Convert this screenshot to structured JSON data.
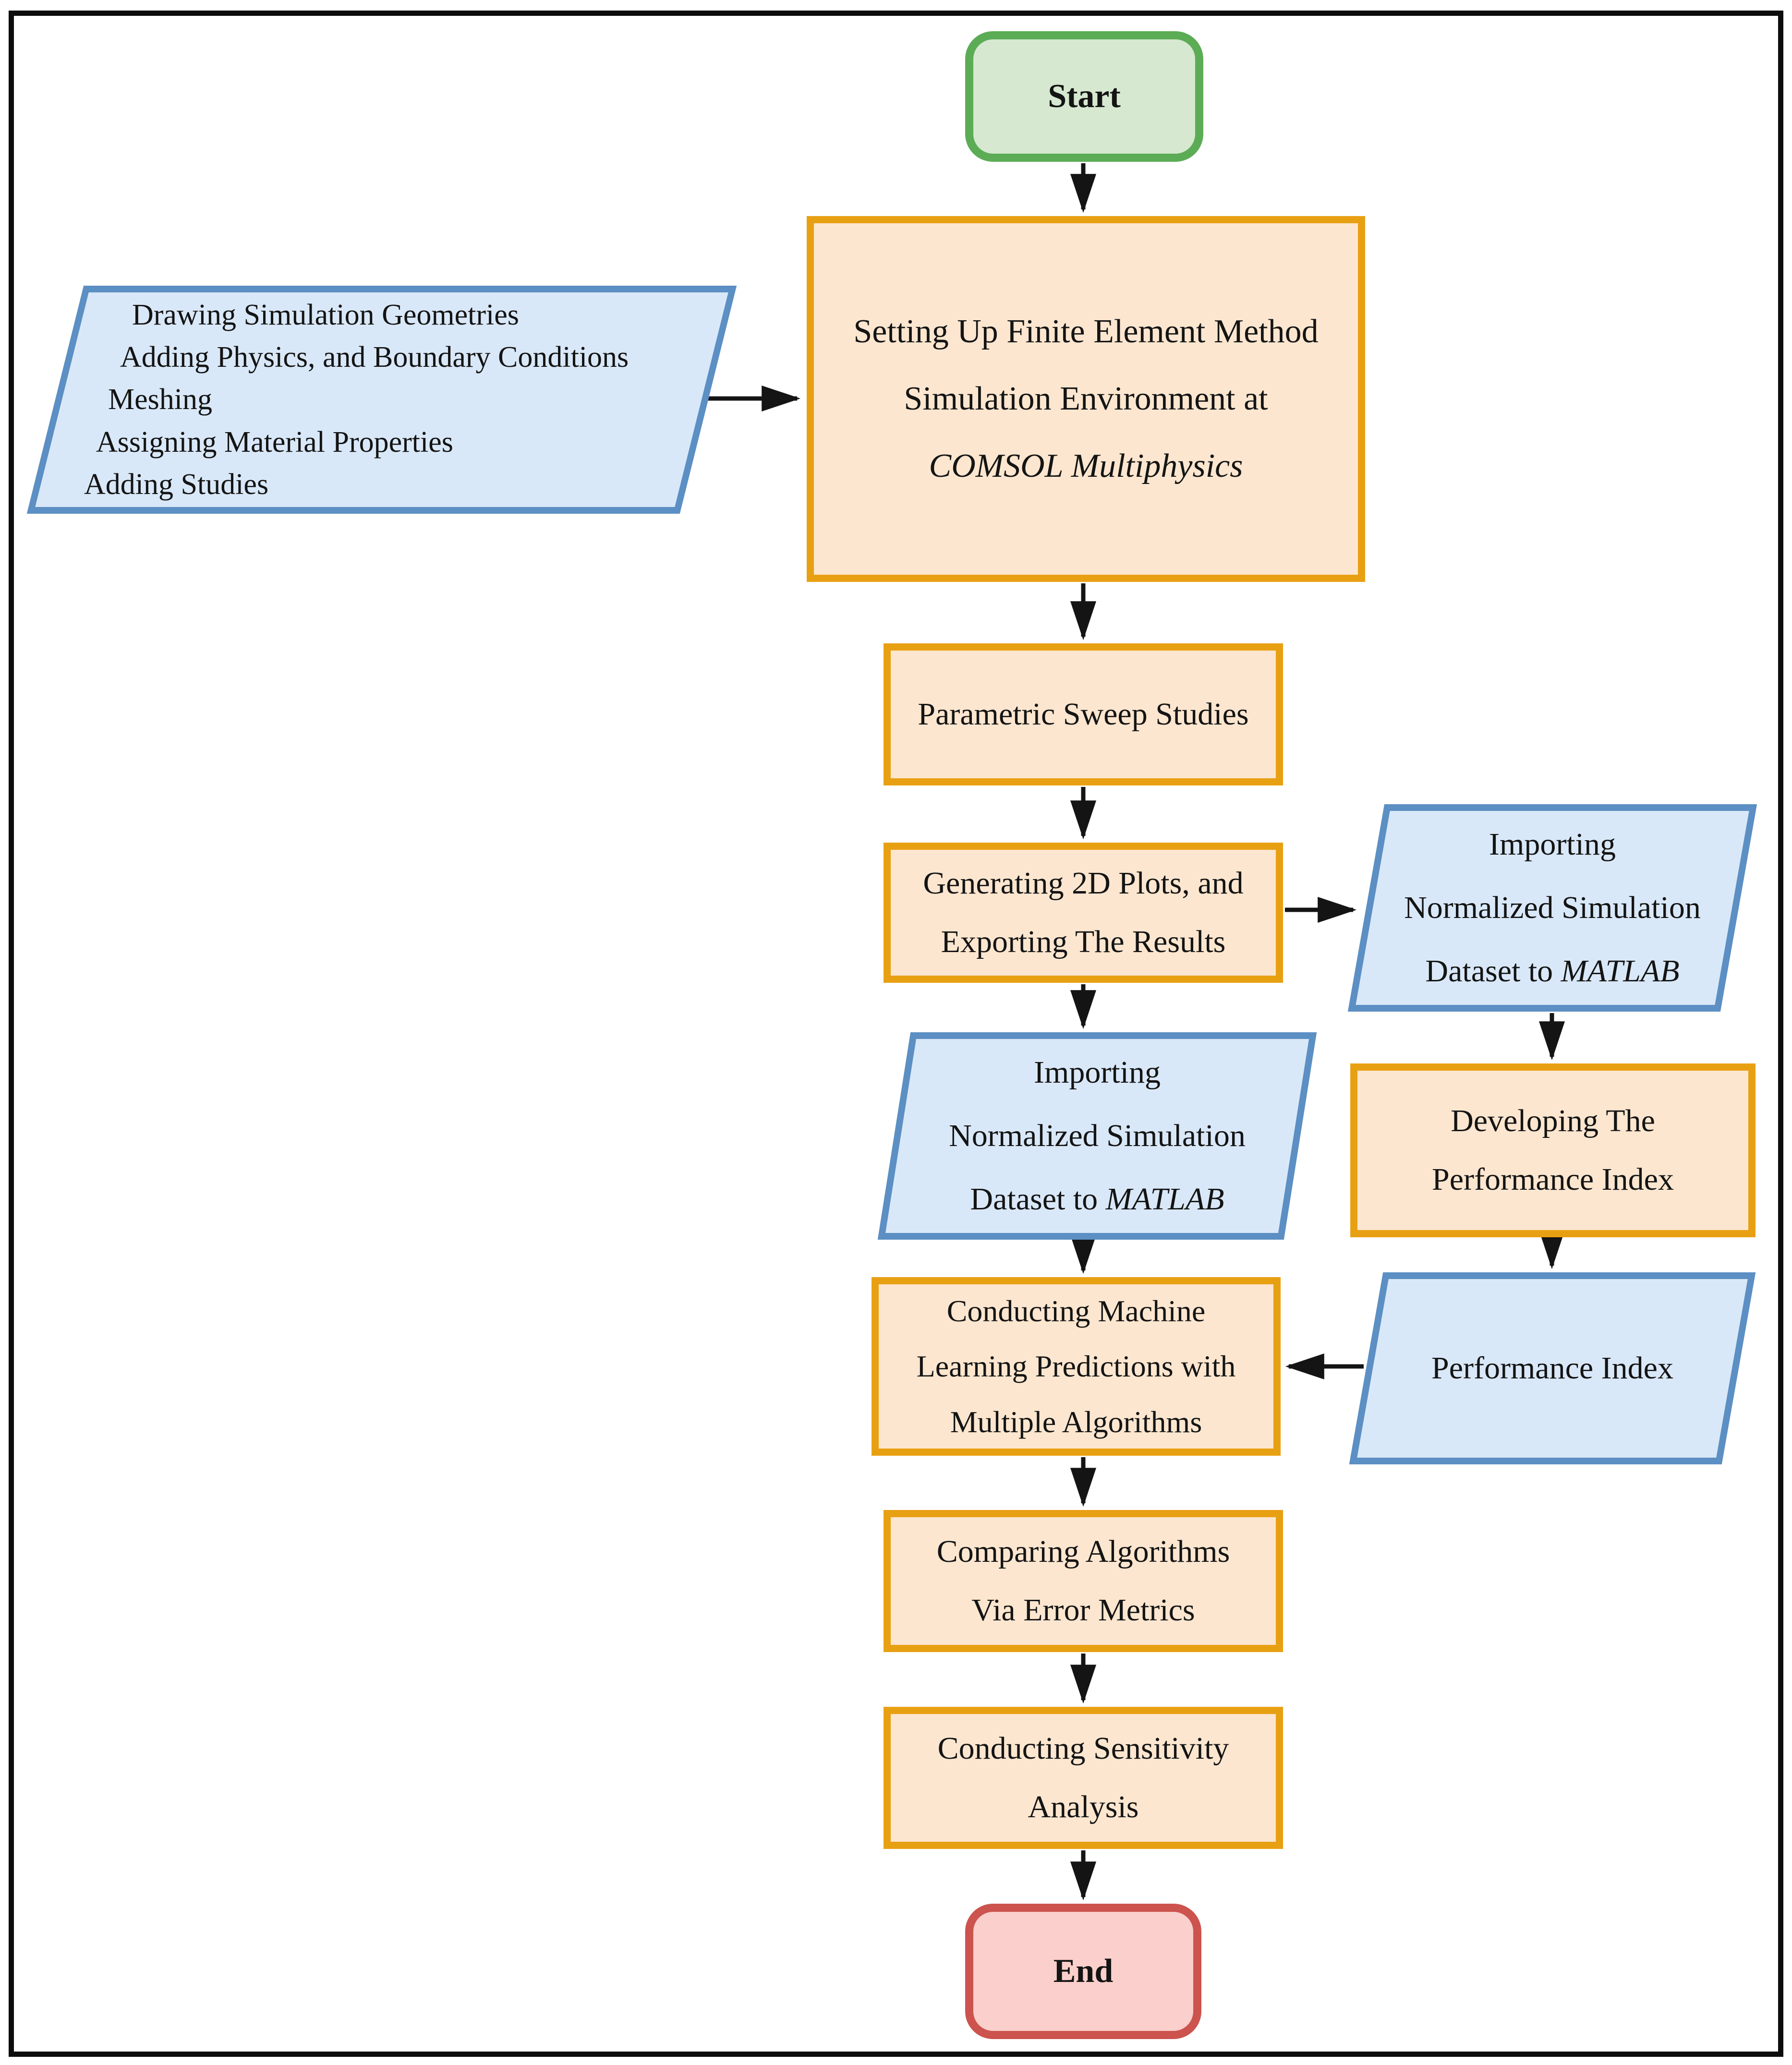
{
  "diagram_type": "flowchart",
  "colors": {
    "terminal_start_fill": "#D6E8D0",
    "terminal_start_border": "#5CAC55",
    "process_fill": "#FCE6CF",
    "process_border": "#E8A013",
    "data_fill": "#D9E8F8",
    "data_border": "#5C8FC3",
    "terminal_end_fill": "#FBCFCB",
    "terminal_end_border": "#CC534E",
    "arrow": "#141414",
    "frame": "#0D0D0D"
  },
  "nodes": {
    "start": {
      "shape": "rounded-rectangle",
      "label": "Start"
    },
    "comsol_inputs": {
      "shape": "parallelogram",
      "lines": [
        "Drawing Simulation Geometries",
        "Adding Physics, and Boundary Conditions",
        "Meshing",
        "Assigning Material Properties",
        "Adding Studies"
      ]
    },
    "fem_setup": {
      "shape": "rectangle",
      "line1": "Setting Up Finite Element Method",
      "line2": "Simulation Environment at",
      "line3": "COMSOL Multiphysics"
    },
    "parametric_sweep": {
      "shape": "rectangle",
      "label": "Parametric Sweep Studies"
    },
    "generate_plots": {
      "shape": "rectangle",
      "line1": "Generating 2D Plots, and",
      "line2": "Exporting The Results"
    },
    "import_dataset_right": {
      "shape": "parallelogram",
      "line1": "Importing",
      "line2": "Normalized Simulation",
      "line3_text": "Dataset to ",
      "line3_italic": "MATLAB"
    },
    "import_dataset_center": {
      "shape": "parallelogram",
      "line1": "Importing",
      "line2": "Normalized Simulation",
      "line3_text": "Dataset to ",
      "line3_italic": "MATLAB"
    },
    "develop_performance_index": {
      "shape": "rectangle",
      "line1": "Developing The",
      "line2": "Performance Index"
    },
    "performance_index": {
      "shape": "parallelogram",
      "label": "Performance Index"
    },
    "ml_predictions": {
      "shape": "rectangle",
      "line1": "Conducting Machine",
      "line2": "Learning Predictions with",
      "line3": "Multiple Algorithms"
    },
    "compare_algorithms": {
      "shape": "rectangle",
      "line1": "Comparing Algorithms",
      "line2": "Via Error Metrics"
    },
    "sensitivity_analysis": {
      "shape": "rectangle",
      "line1": "Conducting Sensitivity",
      "line2": "Analysis"
    },
    "end": {
      "shape": "rounded-rectangle",
      "label": "End"
    }
  },
  "edges": [
    [
      "start",
      "fem_setup"
    ],
    [
      "comsol_inputs",
      "fem_setup"
    ],
    [
      "fem_setup",
      "parametric_sweep"
    ],
    [
      "parametric_sweep",
      "generate_plots"
    ],
    [
      "generate_plots",
      "import_dataset_right"
    ],
    [
      "generate_plots",
      "import_dataset_center"
    ],
    [
      "import_dataset_right",
      "develop_performance_index"
    ],
    [
      "develop_performance_index",
      "performance_index"
    ],
    [
      "performance_index",
      "ml_predictions"
    ],
    [
      "import_dataset_center",
      "ml_predictions"
    ],
    [
      "ml_predictions",
      "compare_algorithms"
    ],
    [
      "compare_algorithms",
      "sensitivity_analysis"
    ],
    [
      "sensitivity_analysis",
      "end"
    ]
  ]
}
